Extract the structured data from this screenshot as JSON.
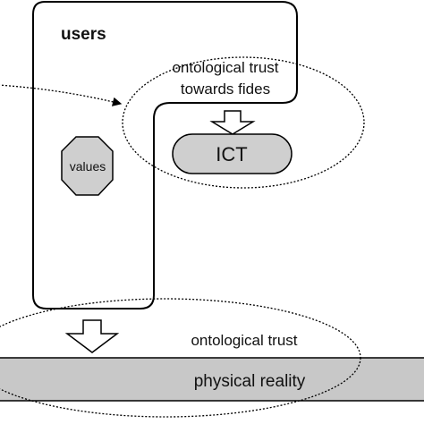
{
  "diagram": {
    "users_label": "users",
    "fides_trust_line1": "ontological trust",
    "fides_trust_line2": "towards fides",
    "ict_label": "ICT",
    "values_label": "values",
    "ontological_trust_label": "ontological trust",
    "physical_reality_label": "physical reality"
  },
  "colors": {
    "stroke": "#000000",
    "shape_fill": "#cfcfcf",
    "bar_fill": "#c8c8c8",
    "text": "#111111"
  }
}
